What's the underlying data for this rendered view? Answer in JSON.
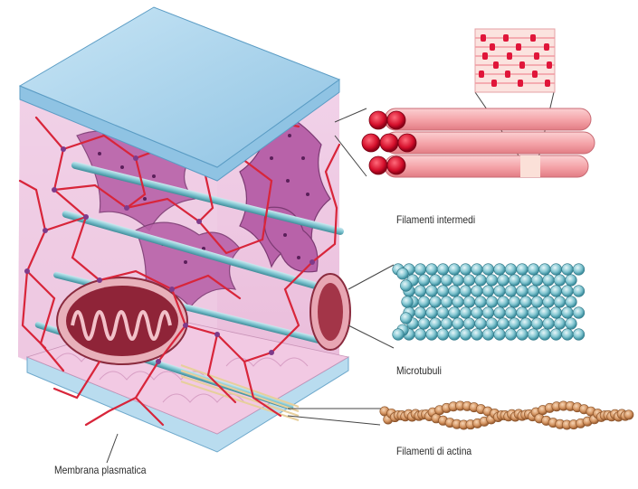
{
  "labels": {
    "intermediate_filaments": "Filamenti intermedi",
    "microtubules": "Microtubuli",
    "actin_filaments": "Filamenti di actina",
    "plasma_membrane": "Membrana plasmatica"
  },
  "colors": {
    "membrane_top": "#a9d3ec",
    "membrane_edge": "#7fb7d9",
    "cytosol": "#f0c9e3",
    "network": "#d8253a",
    "er": "#b45fa6",
    "mitochondrion": "#8e2336",
    "microtubule": "#7cc3cf",
    "intermediate_filament": "#f5a3a8",
    "actin_bead": "#d99a66"
  }
}
